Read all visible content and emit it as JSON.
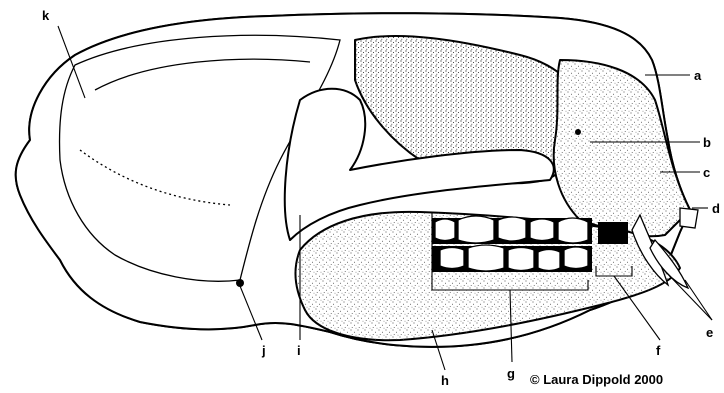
{
  "labels": {
    "a": "a",
    "b": "b",
    "c": "c",
    "d": "d",
    "e": "e",
    "f": "f",
    "g": "g",
    "h": "h",
    "i": "i",
    "j": "j",
    "k": "k"
  },
  "credit": "© Laura Dippold 2000"
}
